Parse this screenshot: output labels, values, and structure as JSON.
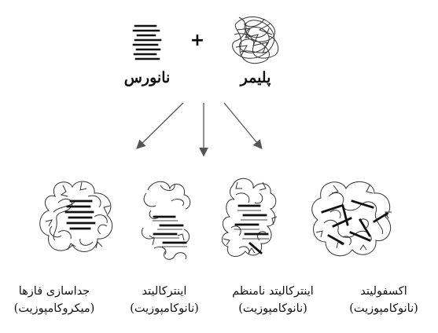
{
  "inputs": {
    "nanoclay_label": "نانورس",
    "polymer_label": "پلیمر",
    "plus_sign": "+"
  },
  "products": [
    {
      "title": "جداسازی فازها",
      "subtitle": "(میکروکامپوزیت)"
    },
    {
      "title": "اینترکالیتد",
      "subtitle": "(نانوکامپوزیت)"
    },
    {
      "title": "اینترکالیتد نامنظم",
      "subtitle": "(نانوکامپوزیت)"
    },
    {
      "title": "اکسفولیتد",
      "subtitle": "(نانوکامپوزیت)"
    }
  ],
  "colors": {
    "ink": "#111111",
    "line": "#3a3a3a",
    "arrow": "#555555"
  }
}
